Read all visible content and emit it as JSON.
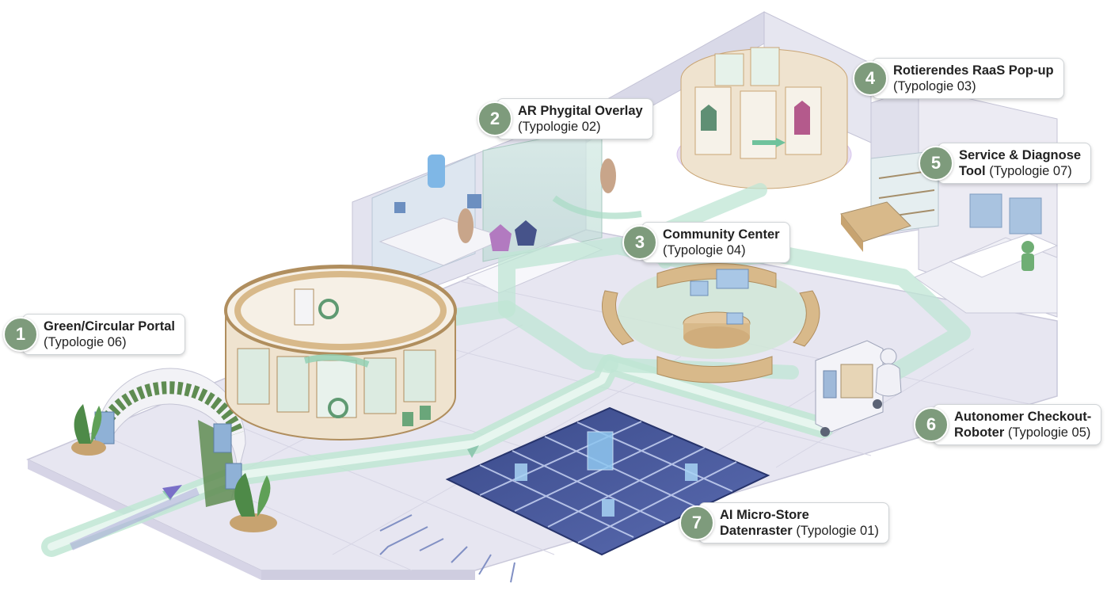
{
  "callouts": [
    {
      "number": "1",
      "title": "Green/Circular Portal",
      "line2": "(Typologie 06)"
    },
    {
      "number": "2",
      "title": "AR Phygital Overlay",
      "line2": "(Typologie 02)"
    },
    {
      "number": "3",
      "title": "Community Center",
      "line2": "(Typologie 04)"
    },
    {
      "number": "4",
      "title": "Rotierendes RaaS Pop-up",
      "line2": "(Typologie 03)"
    },
    {
      "number": "5",
      "title": "Service & Diagnose",
      "line2_bold": "Tool",
      "line2": "(Typologie 07)"
    },
    {
      "number": "6",
      "title": "Autonomer Checkout-",
      "line2_bold": "Roboter",
      "line2": "(Typologie 05)"
    },
    {
      "number": "7",
      "title": "AI Micro-Store",
      "line2_bold": "Datenraster",
      "line2": "(Typologie 01)"
    }
  ],
  "colors": {
    "accent_green": "#7e9b7c",
    "floor": "#e9e8f2",
    "path_glow": "#b9e3cf",
    "wood": "#d8b98a",
    "wall": "#dfe0ec",
    "grid_blue": "#3b4d8c"
  }
}
